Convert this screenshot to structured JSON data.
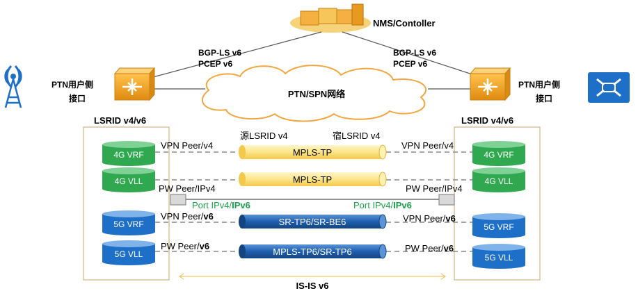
{
  "nms": {
    "label": "NMS/Contoller"
  },
  "protocols_left": {
    "line1": "BGP-LS v6",
    "line2": "PCEP v6"
  },
  "protocols_right": {
    "line1": "BGP-LS v6",
    "line2": "PCEP v6"
  },
  "network": {
    "label": "PTN/SPN网络"
  },
  "left_device": {
    "line1": "PTN用户侧",
    "line2": "接口",
    "lsrid": "LSRID v4/v6"
  },
  "right_device": {
    "line1": "PTN用户侧",
    "line2": "接口",
    "lsrid": "LSRID v4/v6"
  },
  "tunnels": {
    "src_label": "源LSRID v4",
    "dst_label": "宿LSRID v4",
    "t1": "MPLS-TP",
    "t2": "MPLS-TP",
    "t3": "SR-TP6/SR-BE6",
    "t4": "MPLS-TP6/SR-TP6"
  },
  "left_stack": {
    "vrf4g": "4G VRF",
    "vll4g": "4G VLL",
    "vrf5g": "5G VRF",
    "vll5g": "5G VLL"
  },
  "right_stack": {
    "vrf4g": "4G VRF",
    "vll4g": "4G VLL",
    "vrf5g": "5G VRF",
    "vll5g": "5G VLL"
  },
  "peers": {
    "vpn_v4_left": "VPN Peer/v4",
    "vpn_v4_right": "VPN Peer/v4",
    "pw_v4_left": "PW Peer/IPv4",
    "pw_v4_right": "PW Peer/IPv4",
    "vpn_v6_left_prefix": "VPN Peer/",
    "vpn_v6_right_prefix": "VPN Peer/",
    "pw_v6_left_prefix": "PW Peer/",
    "pw_v6_right_prefix": "PW Peer/",
    "v6": "v6"
  },
  "ports": {
    "left_prefix": "Port IPv4/",
    "right_prefix": "Port IPv4/",
    "suffix": "IPv6"
  },
  "igp": {
    "label": "IS-IS v6"
  },
  "colors": {
    "router": "#f5a623",
    "tunnel_yellow": "#fde58a",
    "tunnel_blue": "#1f5fb0",
    "green": "#2fa84f",
    "blue": "#1e6fc8",
    "port_green": "#1aa04a"
  }
}
